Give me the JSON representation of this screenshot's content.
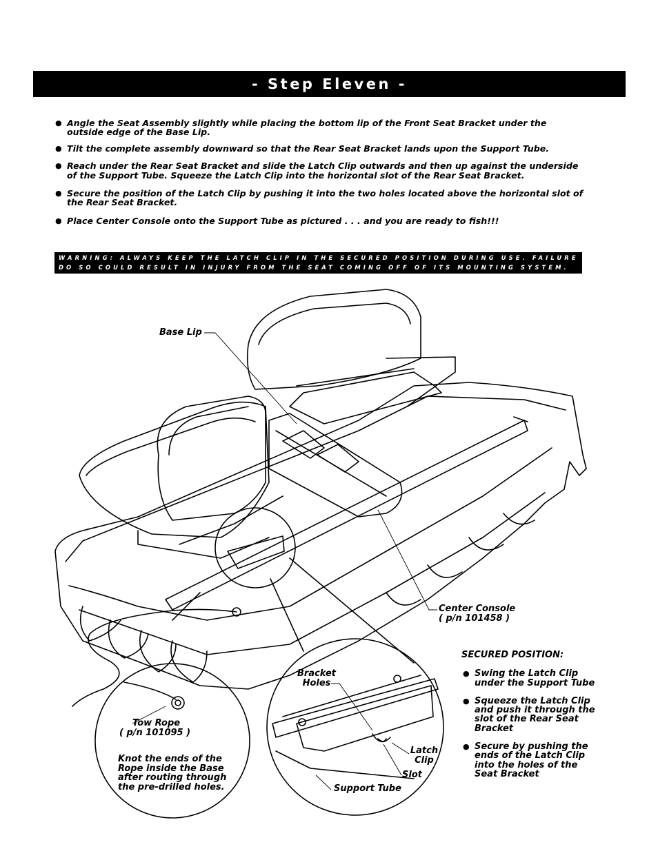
{
  "header": {
    "title": "- Step Eleven -"
  },
  "steps": [
    "Angle the Seat Assembly slightly while placing the bottom lip of the Front Seat Bracket under the outside edge of the Base Lip.",
    "Tilt the complete assembly downward so that the Rear Seat Bracket lands upon the Support Tube.",
    "Reach under the Rear Seat Bracket and slide the Latch Clip outwards and then up against the underside of the Support Tube.  Squeeze the Latch Clip into the horizontal slot of the Rear Seat Bracket.",
    "Secure the position of the Latch Clip by pushing it into the two holes located above the horizontal slot of the Rear Seat Bracket.",
    "Place Center Console onto the Support Tube as pictured . . . and you are ready to fish!!!"
  ],
  "warning": {
    "line1": "WARNING: ALWAYS KEEP THE LATCH CLIP IN THE SECURED POSITION DURING USE. FAILURE TO",
    "line2": "DO SO COULD RESULT IN INJURY FROM THE SEAT COMING OFF OF ITS MOUNTING SYSTEM."
  },
  "callouts": {
    "base_lip": "Base Lip",
    "center_console": "Center Console",
    "center_console_pn": "( p/n 101458 )",
    "tow_rope": "Tow Rope",
    "tow_rope_pn": "( p/n 101095 )",
    "knot_note_1": "Knot the ends of the",
    "knot_note_2": "Rope inside the Base",
    "knot_note_3": "after routing through",
    "knot_note_4": "the pre-drilled holes.",
    "bracket_holes_1": "Bracket",
    "bracket_holes_2": "Holes",
    "latch_clip_1": "Latch",
    "latch_clip_2": "Clip",
    "slot": "Slot",
    "support_tube": "Support Tube"
  },
  "secured": {
    "title": "SECURED POSITION:",
    "items": [
      "Swing the Latch Clip under the Support Tube",
      "Squeeze the Latch Clip and push it through the slot of the Rear Seat Bracket",
      "Secure by pushing the ends of the Latch Clip into the holes of the Seat Bracket"
    ]
  },
  "bullet_glyph": "●"
}
